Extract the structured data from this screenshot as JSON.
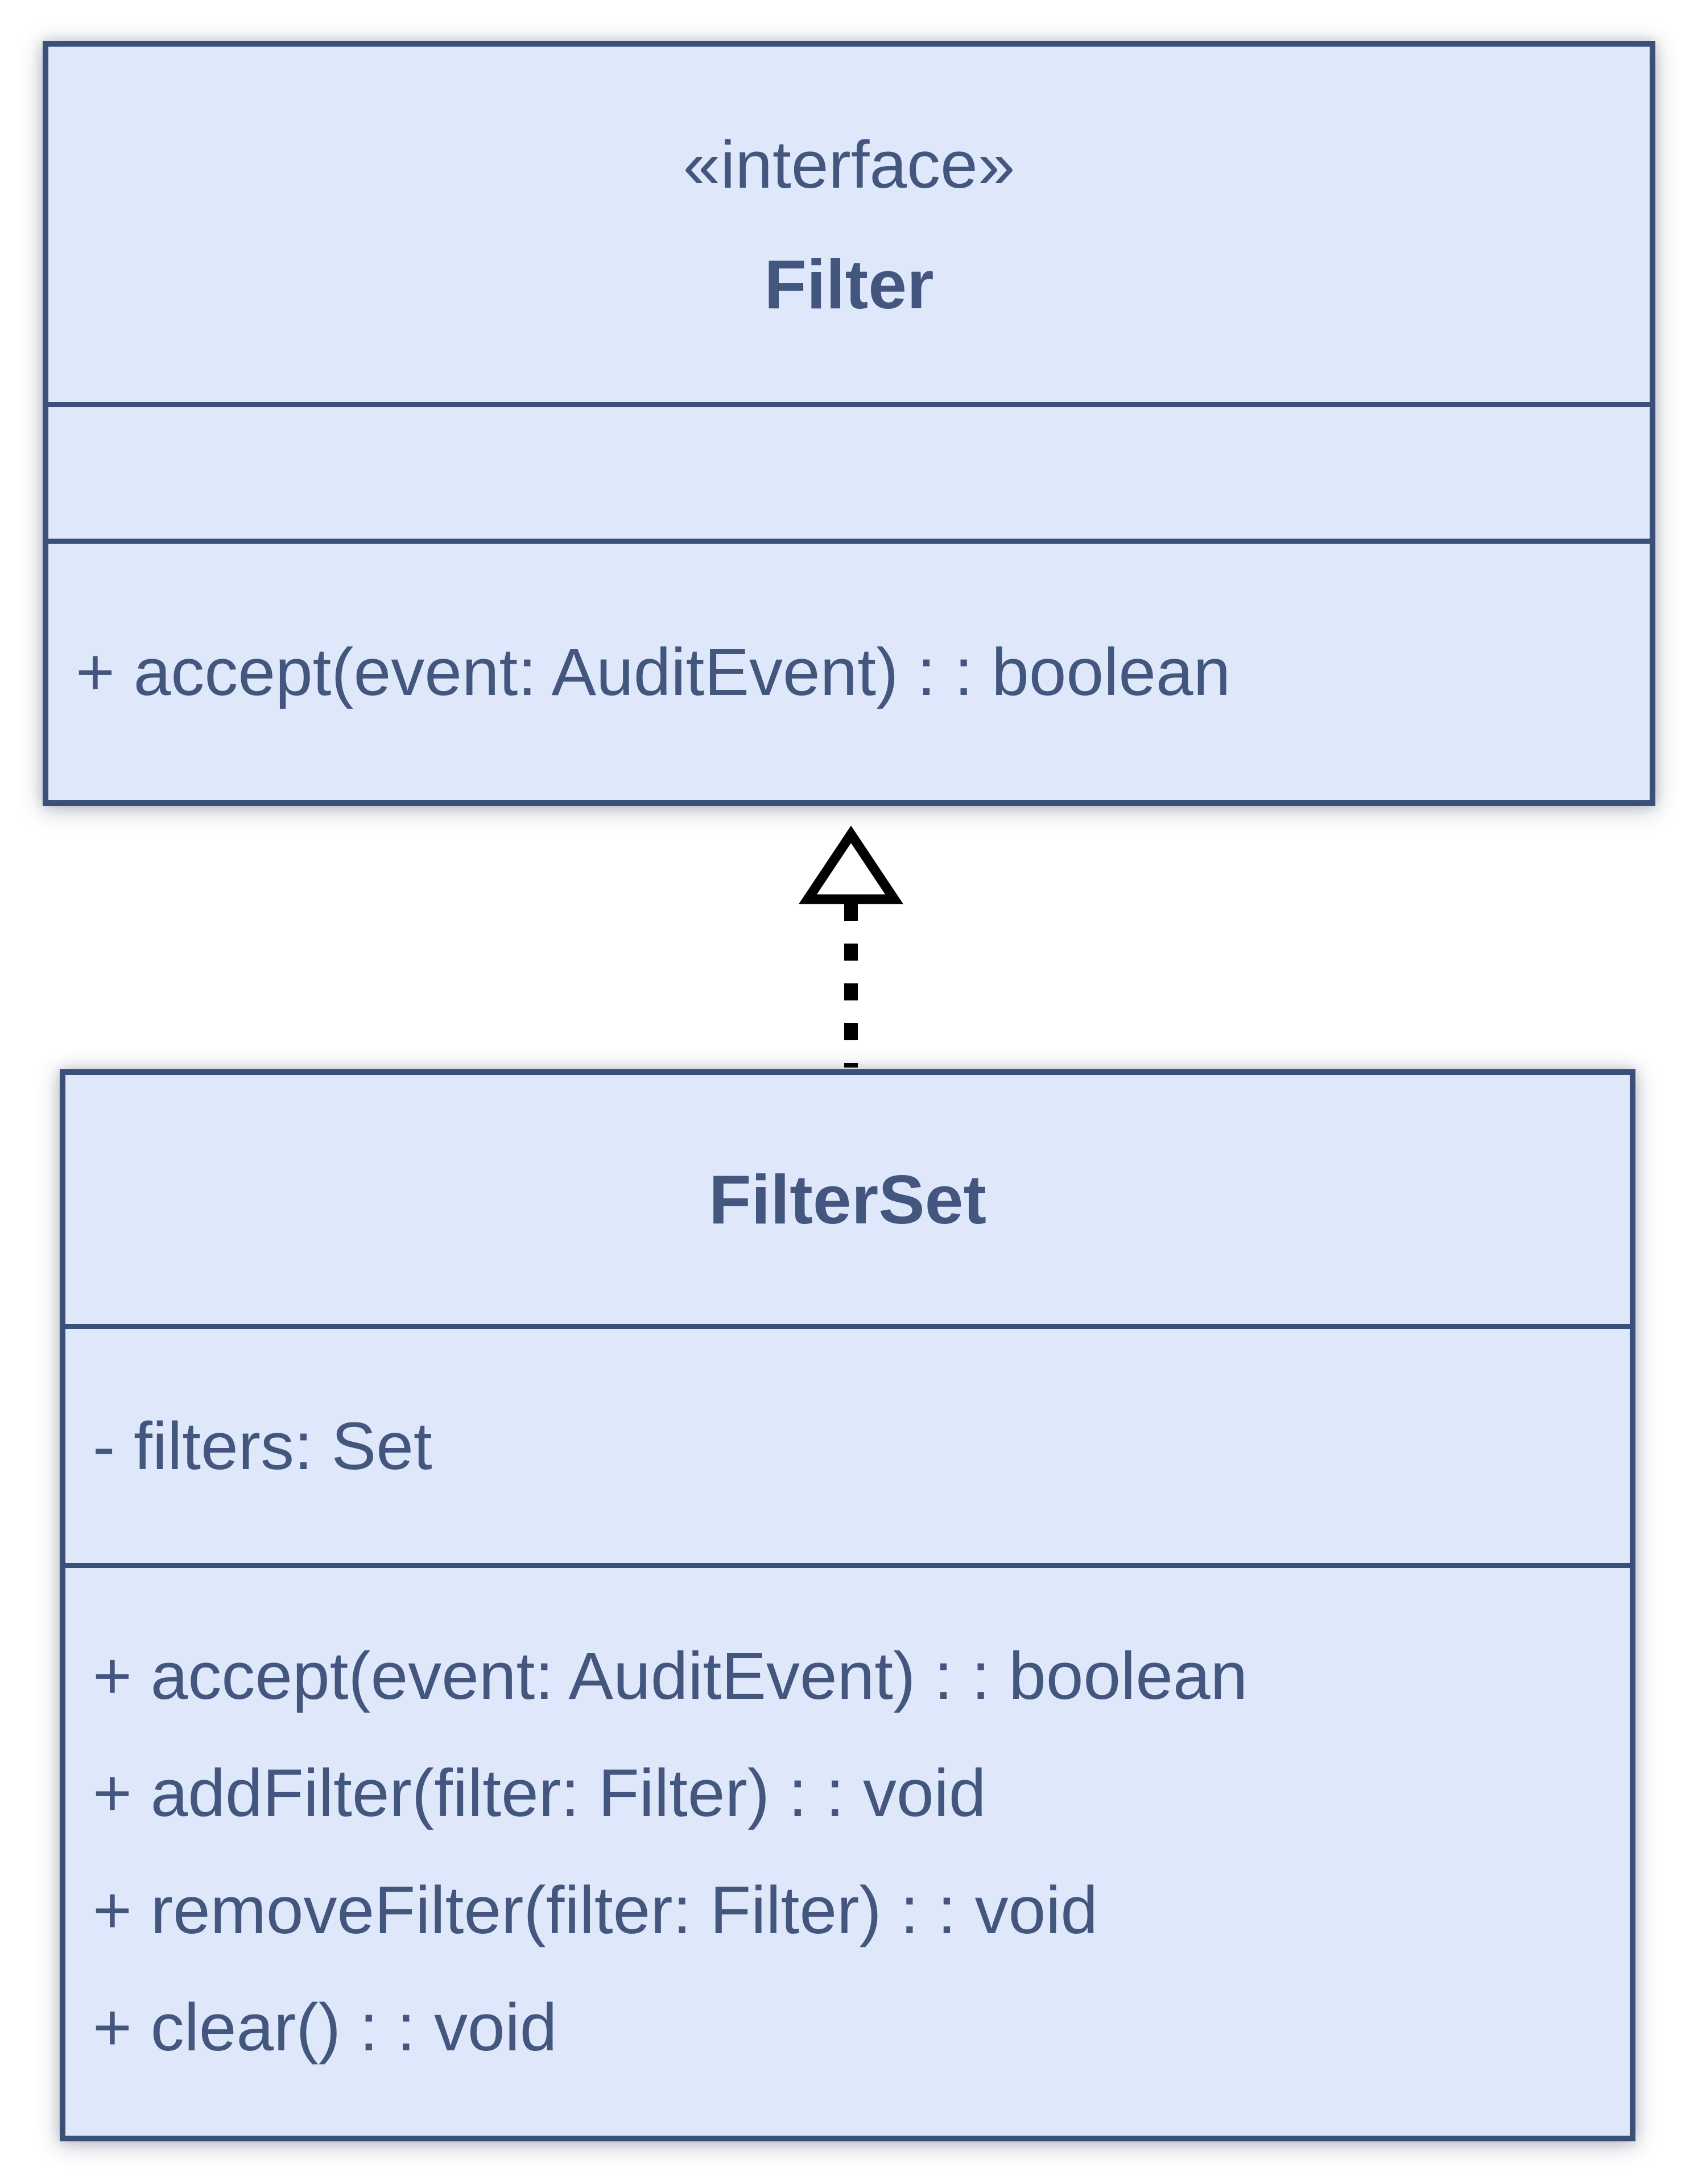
{
  "colors": {
    "page_bg": "#ffffff",
    "box_fill": "#dfe8fb",
    "box_border": "#3a5078",
    "text": "#42567e",
    "arrow": "#000000",
    "arrow_head_fill": "#ffffff"
  },
  "classes": [
    {
      "stereotype": "«interface»",
      "name": "Filter",
      "attributes": [],
      "methods": [
        "+ accept(event: AuditEvent) : : boolean"
      ]
    },
    {
      "stereotype": "",
      "name": "FilterSet",
      "attributes": [
        "- filters: Set"
      ],
      "methods": [
        "+ accept(event: AuditEvent) : : boolean",
        "+ addFilter(filter: Filter) : : void",
        "+ removeFilter(filter: Filter) : : void",
        "+ clear() : : void"
      ]
    }
  ],
  "relationships": [
    {
      "type": "realization",
      "from": "FilterSet",
      "to": "Filter",
      "line_style": "dashed",
      "arrow_head": "hollow-triangle"
    }
  ]
}
